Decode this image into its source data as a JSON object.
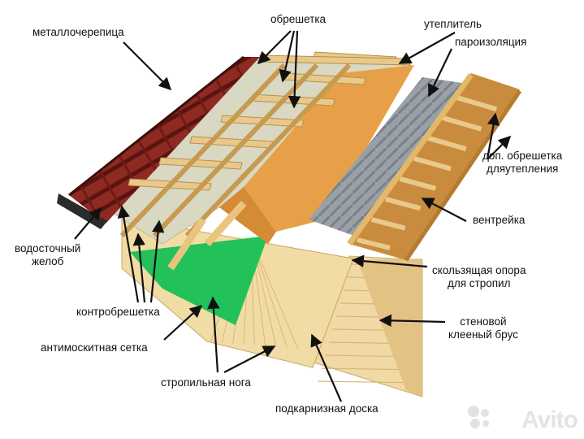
{
  "labels": {
    "metal_tile": "металлочерепица",
    "batten": "обрешетка",
    "insulation": "утеплитель",
    "vapor_barrier": "пароизоляция",
    "extra_batten_line1": "доп. обрешетка",
    "extra_batten_line2": "дляутепления",
    "vent_bar": "вентрейка",
    "gutter_line1": "водосточный",
    "gutter_line2": "желоб",
    "counter_batten": "контробрешетка",
    "sliding_support_line1": "скользящая опора",
    "sliding_support_line2": "для стропил",
    "wall_beam_line1": "стеновой",
    "wall_beam_line2": "клееный брус",
    "mosquito_net": "антимоскитная сетка",
    "rafter": "стропильная нога",
    "eave_board": "подкарнизная доска"
  },
  "watermark": "Avito",
  "colors": {
    "tile": "#8e2a22",
    "tile_dark": "#5a1410",
    "wood": "#e9c98b",
    "wood_dark": "#c79a52",
    "membrane": "#d9d8c2",
    "insulation_board": "#e8a048",
    "mesh": "#22c15a",
    "vapor": "#8a8f98",
    "wall": "#f0d9a4",
    "arrow": "#111111"
  }
}
